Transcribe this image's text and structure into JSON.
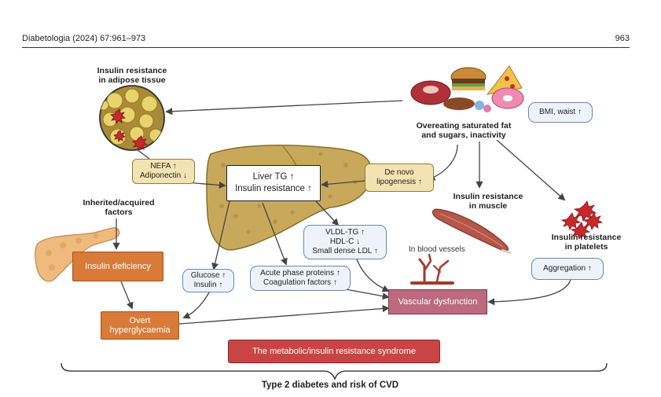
{
  "header": {
    "journal": "Diabetologia (2024) 67:961–973",
    "page": "963"
  },
  "labels": {
    "adipose": "Insulin resistance\nin adipose tissue",
    "overeating": "Overeating saturated fat\nand sugars, inactivity",
    "inherited": "Inherited/acquired\nfactors",
    "muscle": "Insulin resistance\nin muscle",
    "platelets": "Insulin resistance\nin platelets",
    "blood_vessels": "In blood vessels",
    "bottom": "Type 2 diabetes and risk of CVD"
  },
  "boxes": {
    "bmi": "BMI, waist ↑",
    "nefa": "NEFA ↑\nAdiponectin ↓",
    "liver_tg": "Liver TG ↑\nInsulin resistance ↑",
    "de_novo": "De novo\nlipogenesis ↑",
    "vldl": "VLDL-TG ↑\nHDL-C ↓\nSmall dense LDL ↑",
    "insulin_def": "Insulin deficiency",
    "glucose": "Glucose ↑\nInsulin ↑",
    "acute": "Acute phase proteins ↑\nCoagulation factors ↑",
    "aggregation": "Aggregation ↑",
    "vascular": "Vascular dysfunction",
    "overt": "Overt\nhyperglycaemia",
    "syndrome": "The metabolic/insulin resistance syndrome"
  },
  "colors": {
    "arrow": "#444444",
    "liver": "#c8a95c",
    "muscle": "#b4564a",
    "platelet": "#c8282c",
    "vessel": "#a23a2e",
    "pancreas": "#eeba7e"
  }
}
